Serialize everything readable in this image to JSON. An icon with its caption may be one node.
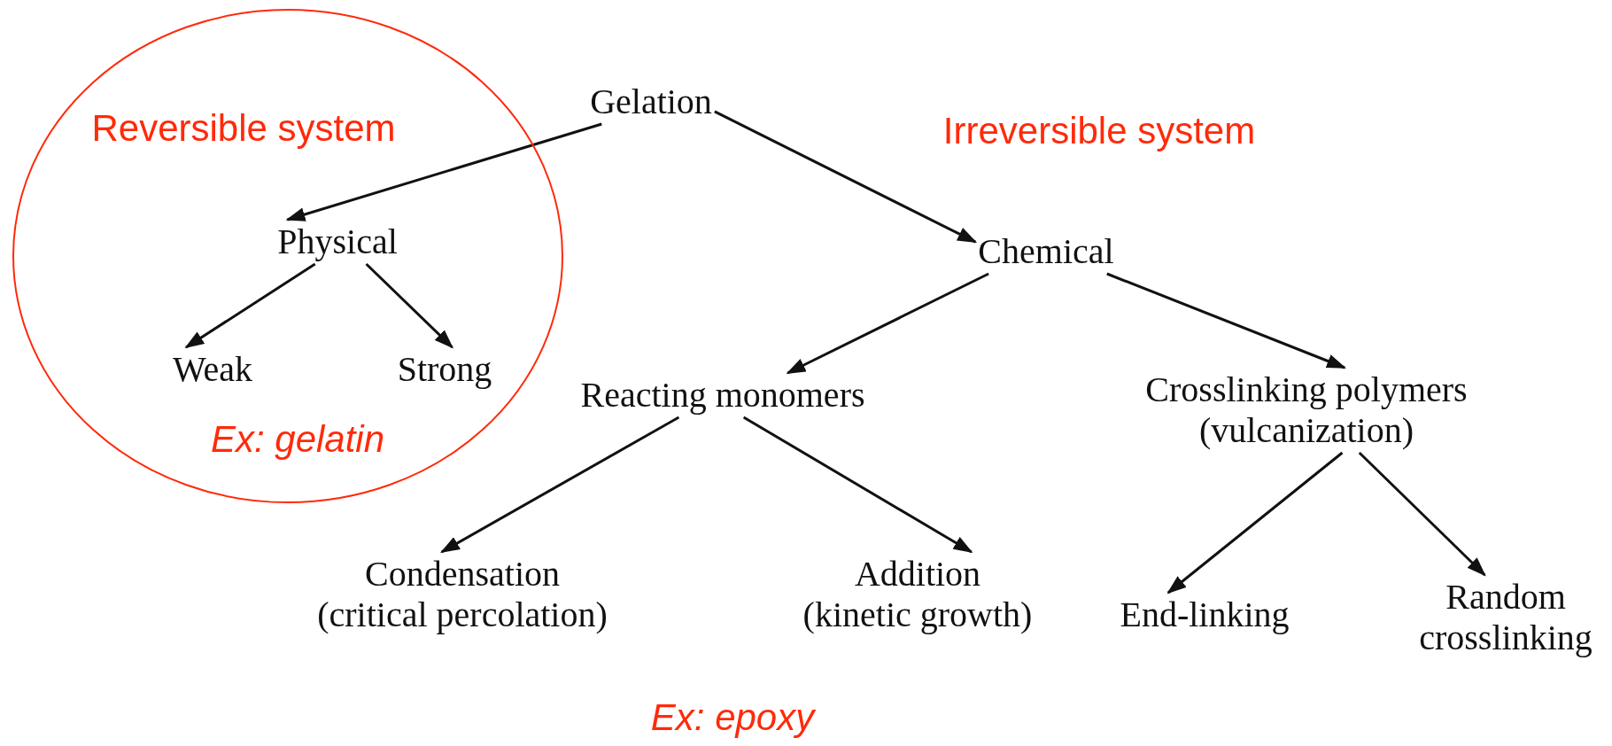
{
  "diagram": {
    "nodes": [
      {
        "text": [
          "Gelation"
        ]
      },
      {
        "text": [
          "Reversible system",
          "Ex: gelatin"
        ]
      },
      {
        "text": [
          "Physical"
        ],
        "in": 1
      },
      {
        "text": [
          "Weak"
        ],
        "in": 1
      },
      {
        "text": [
          "Strong"
        ],
        "in": 1
      },
      {
        "text": [
          "Chemical"
        ]
      },
      {
        "text": [
          "Reacting monomers"
        ]
      },
      {
        "text": [
          "Crosslinking polymers",
          "(vulcanization)"
        ]
      },
      {
        "text": [
          "Condensation",
          "(critical percolation)"
        ]
      },
      {
        "text": [
          "Addition",
          "(kinetic growth)"
        ]
      },
      {
        "text": [
          "End-linking"
        ]
      },
      {
        "text": [
          "Random crosslinking"
        ]
      }
    ],
    "edges": [
      {
        "from": 0,
        "to": 2,
        "arrow": "to"
      },
      {
        "from": 0,
        "to": 5,
        "arrow": "to"
      },
      {
        "from": 2,
        "to": 3,
        "arrow": "to"
      },
      {
        "from": 2,
        "to": 4,
        "arrow": "to"
      },
      {
        "from": 5,
        "to": 6,
        "arrow": "to"
      },
      {
        "from": 5,
        "to": 7,
        "arrow": "to"
      },
      {
        "from": 6,
        "to": 8,
        "arrow": "to"
      },
      {
        "from": 6,
        "to": 9,
        "arrow": "to"
      },
      {
        "from": 7,
        "to": 10,
        "arrow": "to"
      },
      {
        "from": 7,
        "to": 11,
        "arrow": "to"
      }
    ],
    "labels": [
      "Irreversible system",
      "Ex: epoxy"
    ]
  }
}
